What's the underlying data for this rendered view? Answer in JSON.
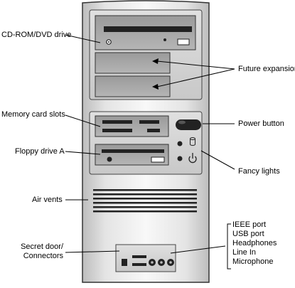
{
  "labels": {
    "cd_rom": "CD-ROM/DVD drive",
    "future_expansion": "Future expansion",
    "memory_card_slots": "Memory card slots",
    "power_button": "Power button",
    "floppy_drive": "Floppy drive A",
    "fancy_lights": "Fancy lights",
    "air_vents": "Air vents",
    "secret_door_line1": "Secret door/",
    "secret_door_line2": "Connectors",
    "port_list": [
      "IEEE port",
      "USB port",
      "Headphones",
      "Line In",
      "Microphone"
    ]
  }
}
